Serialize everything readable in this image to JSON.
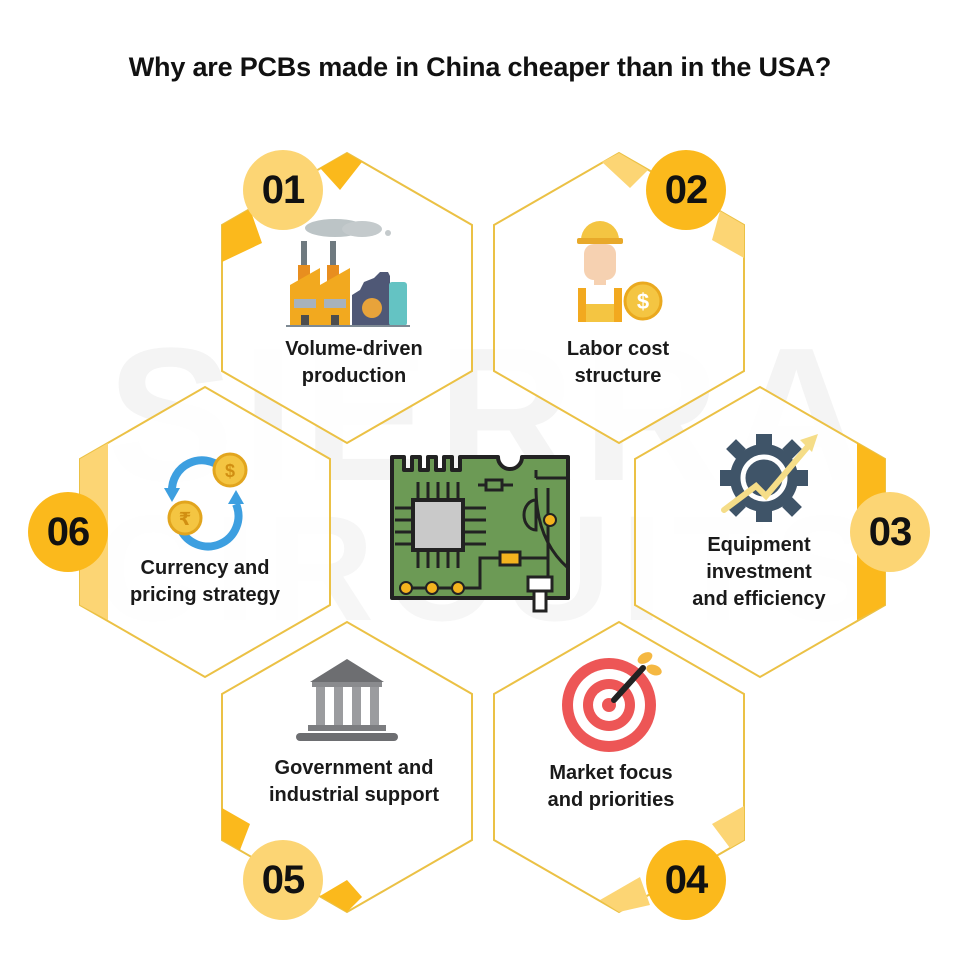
{
  "title": "Why are PCBs made in China cheaper than in the USA?",
  "watermark": {
    "line1": "SIERRA",
    "line2": "CIRCUITS"
  },
  "colors": {
    "accent_dark": "#FBB91C",
    "accent_light": "#FCD574",
    "hex_border": "#EBC145",
    "text": "#111111",
    "pcb_green": "#6C9A55",
    "chip_gray": "#C9C9C9"
  },
  "center_icon": "pcb-circuit-board-icon",
  "items": [
    {
      "number": "01",
      "label_line1": "Volume-driven",
      "label_line2": "production",
      "icon": "factory-icon",
      "badge_shade": "light"
    },
    {
      "number": "02",
      "label_line1": "Labor cost",
      "label_line2": "structure",
      "icon": "worker-with-dollar-coin-icon",
      "badge_shade": "dark"
    },
    {
      "number": "03",
      "label_line1": "Equipment",
      "label_line2": "investment",
      "label_line3": "and efficiency",
      "icon": "gear-with-growth-arrow-icon",
      "badge_shade": "light"
    },
    {
      "number": "04",
      "label_line1": "Market focus",
      "label_line2": "and priorities",
      "icon": "target-with-dart-icon",
      "badge_shade": "dark"
    },
    {
      "number": "05",
      "label_line1": "Government and",
      "label_line2": "industrial support",
      "icon": "government-building-icon",
      "badge_shade": "light"
    },
    {
      "number": "06",
      "label_line1": "Currency and",
      "label_line2": "pricing strategy",
      "icon": "currency-exchange-icon",
      "badge_shade": "dark"
    }
  ]
}
